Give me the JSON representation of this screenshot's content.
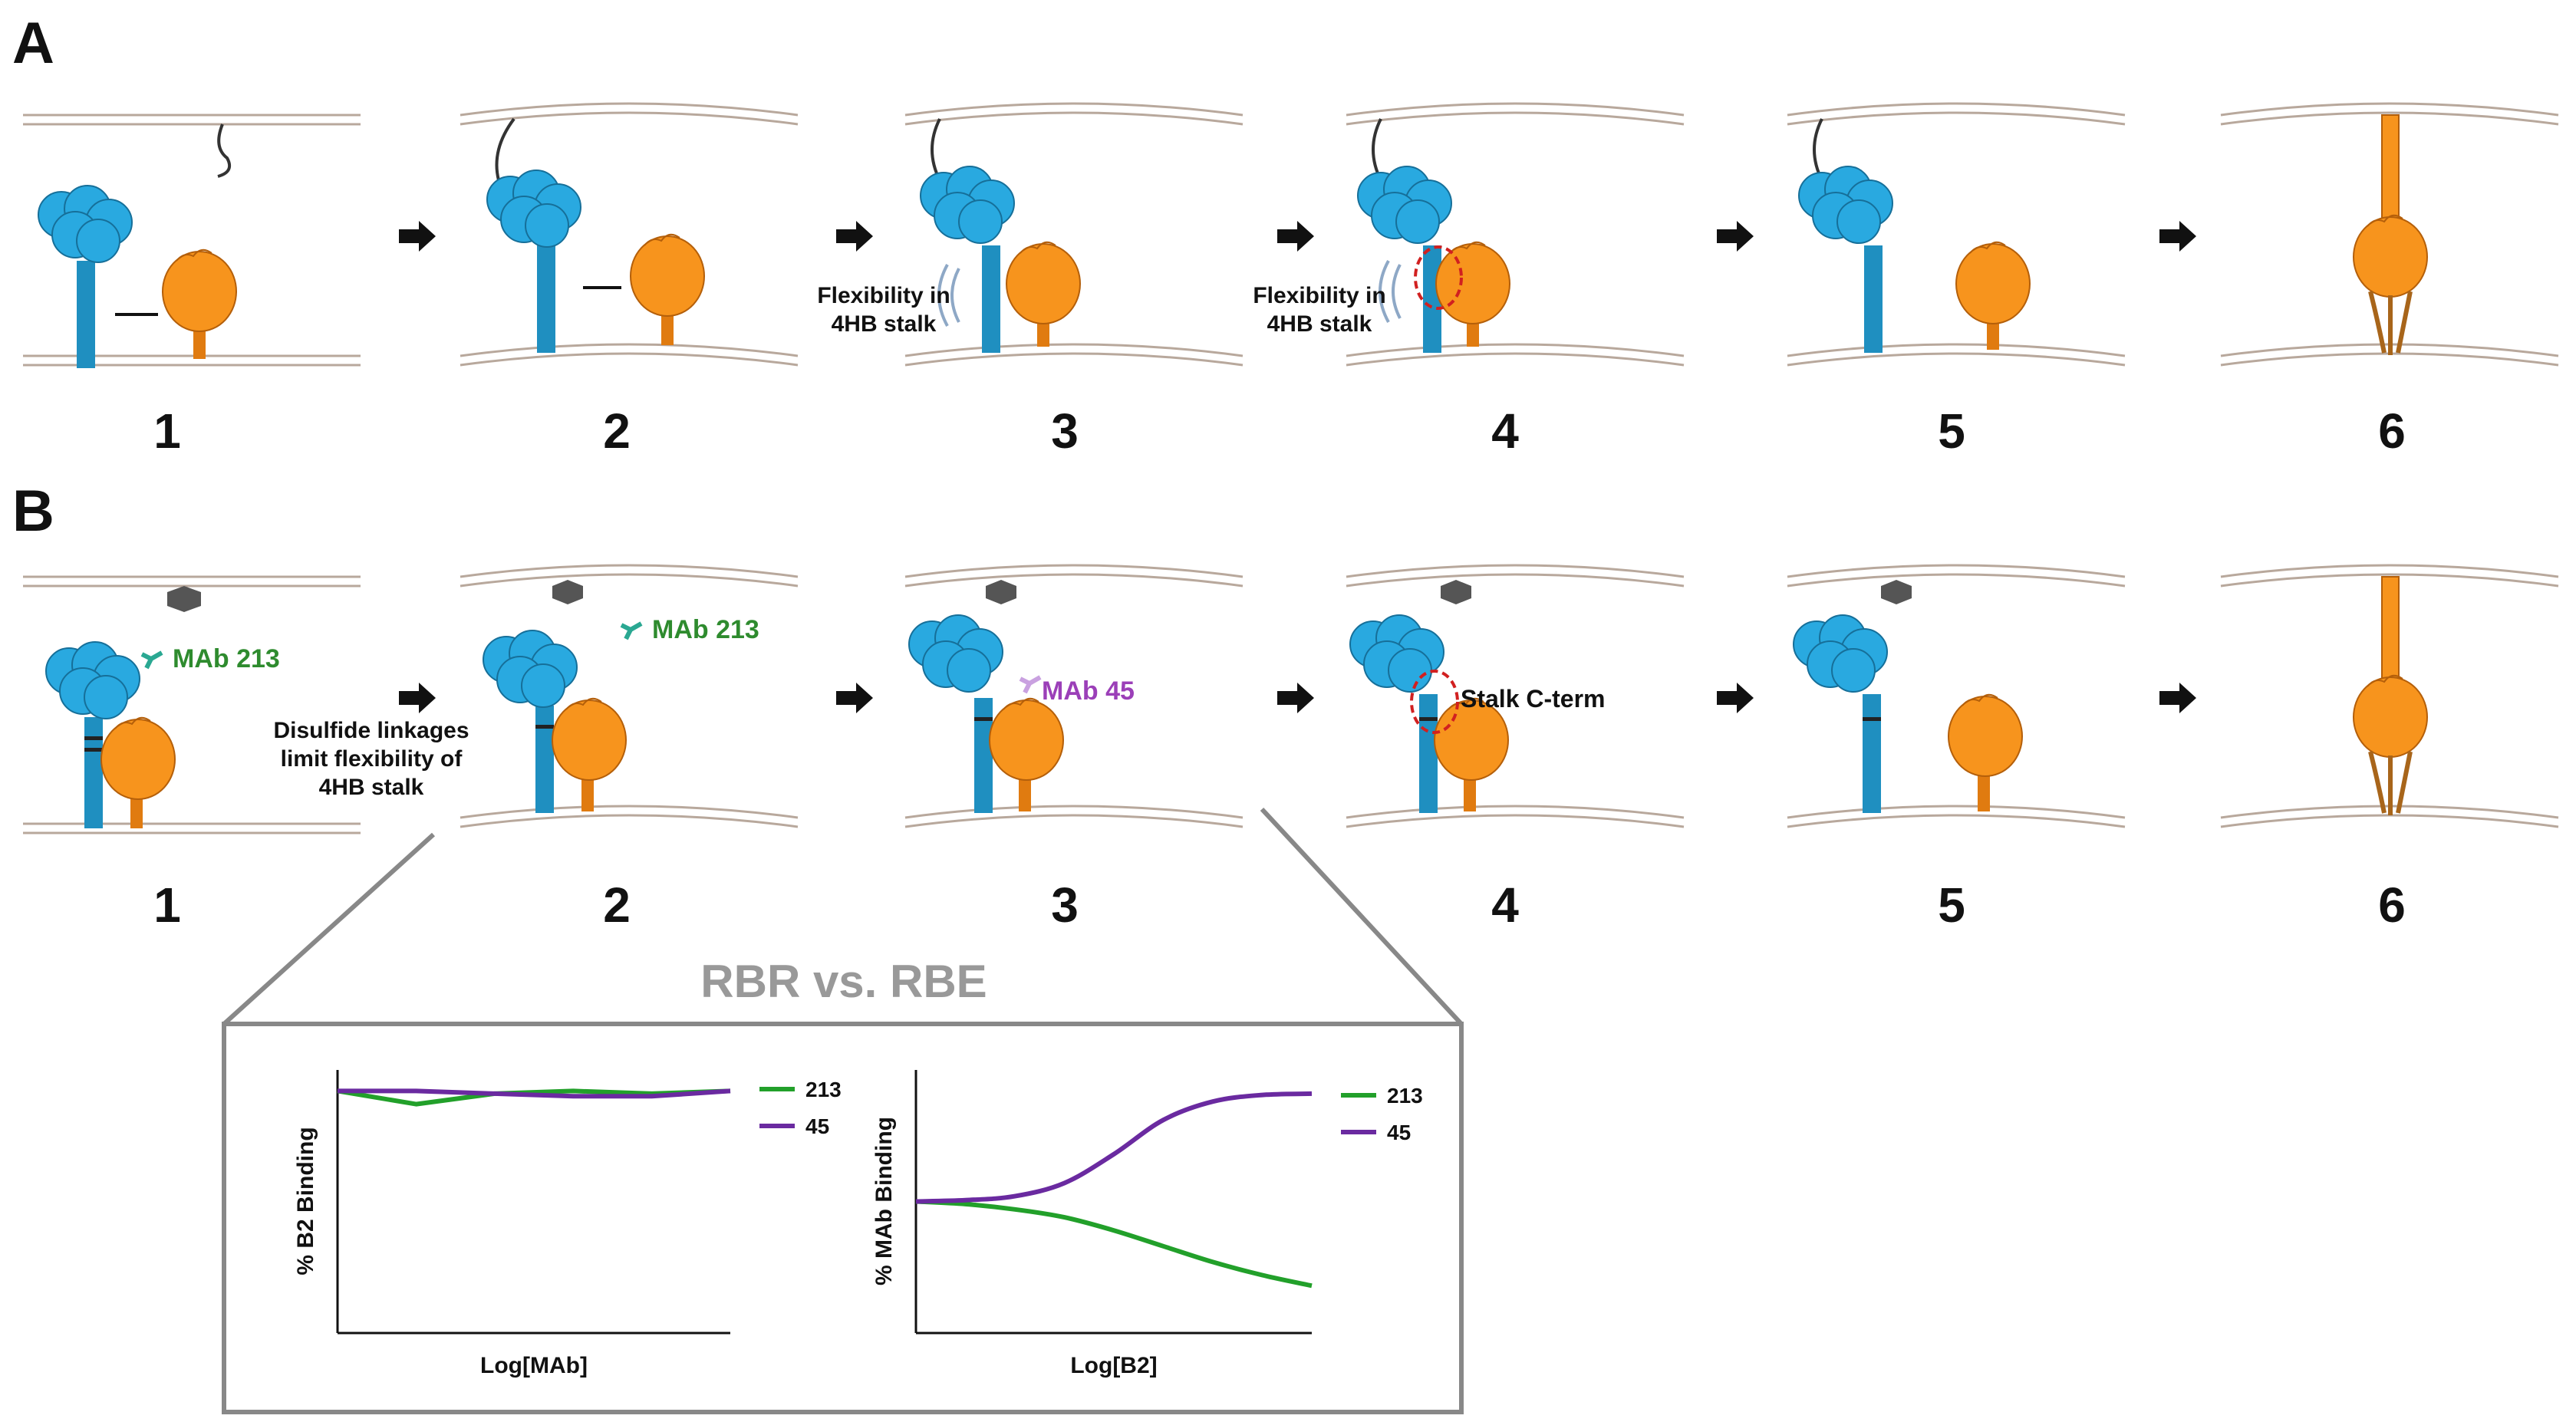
{
  "panels": {
    "A": {
      "letter": "A",
      "steps": [
        "1",
        "2",
        "3",
        "4",
        "5",
        "6"
      ],
      "notes": {
        "step3_line1": "Flexibility in",
        "step3_line2": "4HB stalk",
        "step4_line1": "Flexibility in",
        "step4_line2": "4HB stalk"
      }
    },
    "B": {
      "letter": "B",
      "steps": [
        "1",
        "2",
        "3",
        "4",
        "5",
        "6"
      ],
      "mab213_1": "MAb 213",
      "mab213_2": "MAb 213",
      "mab45": "MAb 45",
      "disulfide_line1": "Disulfide linkages",
      "disulfide_line2": "limit flexibility of",
      "disulfide_line3": "4HB stalk",
      "stalk_cterm": "Stalk C-term"
    }
  },
  "colors": {
    "head_blue": "#29a9e0",
    "stalk_blue": "#1f8fc0",
    "orange": "#f7941d",
    "membrane": "#d8c4b6",
    "green": "#22a02a",
    "purple": "#6a2aa0",
    "inset_border": "#888888"
  },
  "inset": {
    "title": "RBR vs. RBE"
  },
  "chart_data": [
    {
      "type": "line",
      "title": "",
      "xlabel": "Log[MAb]",
      "ylabel": "% B2 Binding",
      "x": [
        0,
        1,
        2,
        3,
        4,
        5
      ],
      "series": [
        {
          "name": "213",
          "color": "#22a02a",
          "values": [
            92,
            87,
            91,
            92,
            91,
            92
          ]
        },
        {
          "name": "45",
          "color": "#6a2aa0",
          "values": [
            92,
            92,
            91,
            90,
            90,
            92
          ]
        }
      ],
      "ylim": [
        0,
        100
      ],
      "legend": "right"
    },
    {
      "type": "line",
      "title": "",
      "xlabel": "Log[B2]",
      "ylabel": "% MAb Binding",
      "x": [
        0,
        1,
        2,
        3,
        4,
        5,
        6,
        7,
        8
      ],
      "series": [
        {
          "name": "213",
          "color": "#22a02a",
          "values": [
            50,
            49,
            47,
            44,
            39,
            33,
            27,
            22,
            18
          ]
        },
        {
          "name": "45",
          "color": "#6a2aa0",
          "values": [
            50,
            50.5,
            52,
            57,
            68,
            81,
            88,
            90.5,
            91
          ]
        }
      ],
      "ylim": [
        0,
        100
      ],
      "legend": "right"
    }
  ]
}
